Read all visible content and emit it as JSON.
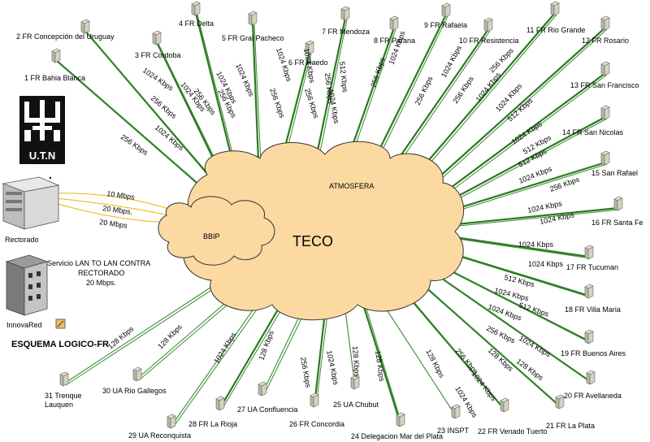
{
  "cloud": {
    "outer_label": "ATMOSFERA",
    "inner_label": "BBIP",
    "main_label": "TECO"
  },
  "logo": {
    "letters": "U.T.N",
    "dot": "."
  },
  "rectorado": {
    "label": "Rectorado",
    "links": [
      "10 Mbps",
      "20 Mbps.",
      "20 Mbps"
    ]
  },
  "innovared": {
    "label": "InnovaRed",
    "service_text": [
      "Servicio LAN TO LAN CONTRA",
      "RECTORADO",
      "20 Mbps."
    ]
  },
  "diagram_title": "ESQUEMA LOGICO-FR",
  "nodes": [
    {
      "label": "1 FR Bahia Blanca"
    },
    {
      "label": "2 FR Concepción del Uruguay"
    },
    {
      "label": "3 FR Cordoba"
    },
    {
      "label": "4 FR Delta"
    },
    {
      "label": "5 FR Gral Pacheco"
    },
    {
      "label": "6 FR Haedo"
    },
    {
      "label": "7 FR Mendoza"
    },
    {
      "label": "8 FR Parana"
    },
    {
      "label": "9 FR Rafaela"
    },
    {
      "label": "10 FR Resistencia"
    },
    {
      "label": "11 FR Rio Grande"
    },
    {
      "label": "12 FR Rosario"
    },
    {
      "label": "13 FR San Francisco"
    },
    {
      "label": "14 FR San Nicolas"
    },
    {
      "label": "15 San Rafael"
    },
    {
      "label": "16 FR Santa Fe"
    },
    {
      "label": "17 FR Tucuman"
    },
    {
      "label": "18 FR Villa Maria"
    },
    {
      "label": "19 FR Buenos Aires"
    },
    {
      "label": "20 FR Avellaneda"
    },
    {
      "label": "21 FR La Plata"
    },
    {
      "label": "22 FR Venado Tuerto"
    },
    {
      "label": "23 INSPT"
    },
    {
      "label": "24 Delegacion Mar del Plata"
    },
    {
      "label": "25 UA Chubut"
    },
    {
      "label": "26 FR Concordia"
    },
    {
      "label": "27 UA Confluencia"
    },
    {
      "label": "28 FR La Rioja"
    },
    {
      "label": "29 UA Reconquista"
    },
    {
      "label": "30 UA Rio Gallegos"
    },
    {
      "label": "31 Trenque",
      "label2": "Lauquen"
    }
  ],
  "link_labels": [
    "256 Kbps",
    "1024 Kbps",
    "256 Kbps",
    "1024 Kbps",
    "1024 Kbps",
    "256 Kbps",
    "1024 Kbps",
    "256 Kbps",
    "1024 Kbps",
    "256 Kbps",
    "256 Kbps",
    "1024 Kbps",
    "512 Kbps",
    "256 Kbps",
    "1024 Kbps",
    "1024 Kbps",
    "256 Kbps",
    "1024 Kbps",
    "256 Kbps",
    "1024 Kbps",
    "256 Kbps",
    "1024 Kbps",
    "1024 Kbps",
    "512 Kbps",
    "256 Kbps",
    "1024 Kbps",
    "512 Kbps",
    "512 Kbps",
    "1024 Kbps",
    "256 Kbps",
    "1024 Kbps",
    "1024 Kbps",
    "1024 Kbps",
    "1024 Kbps",
    "512 Kbps",
    "1024 Kbps",
    "512 Kbps",
    "1024 Kbps",
    "256 Kbps",
    "1024 Kbps",
    "128 Kbps",
    "128 Kbps",
    "1024 Kbps",
    "128 Kbps",
    "256 Kbps",
    "1024 Kbps",
    "128 Kbps",
    "128 Kbps",
    "128 Kbps",
    "256 Kbps",
    "128 Kbps",
    "128 Kbps",
    "1024 Kbps",
    "1024 Kbps"
  ],
  "colors": {
    "cloud": "#fbd9a0",
    "cloud_stroke": "#333333",
    "link_strong": "#2a7a1f",
    "link_thin": "#3c8a34",
    "rect_link": "#e8b500"
  }
}
